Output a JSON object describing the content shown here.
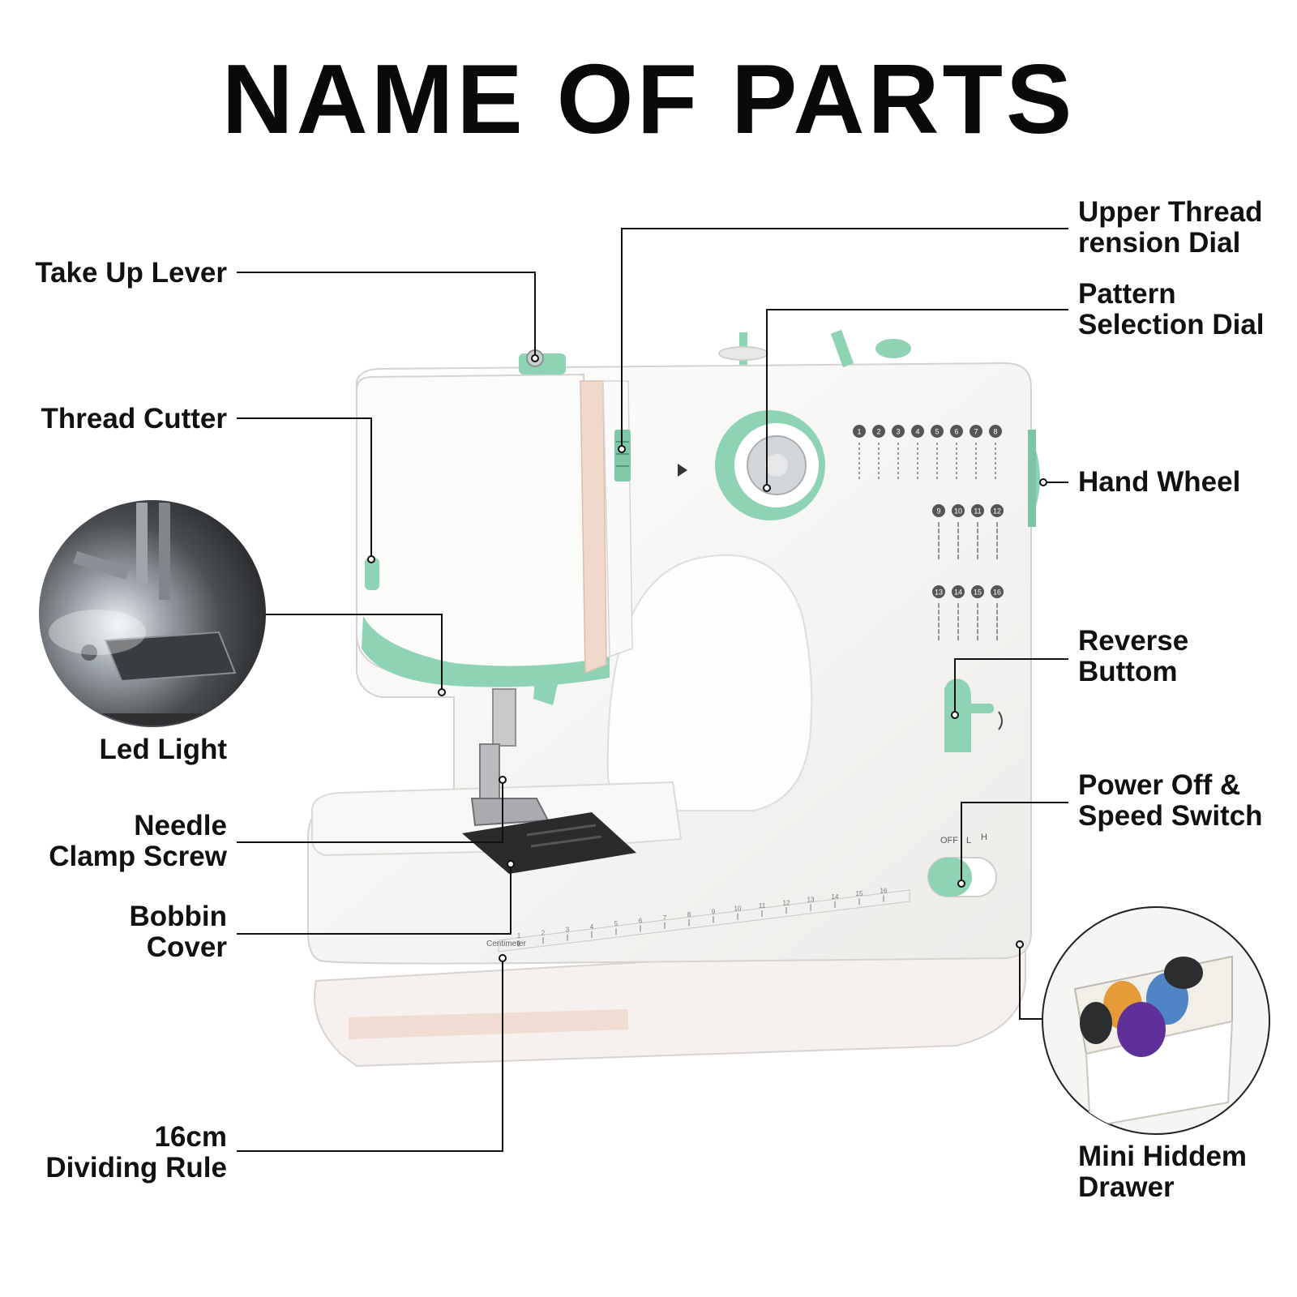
{
  "title": "NAME OF PARTS",
  "labels": {
    "take_up_lever": [
      "Take Up Lever"
    ],
    "thread_cutter": [
      "Thread Cutter"
    ],
    "led_light": [
      "Led Light"
    ],
    "needle_clamp_screw": [
      "Needle",
      "Clamp Screw"
    ],
    "bobbin_cover": [
      "Bobbin ",
      "Cover"
    ],
    "dividing_rule": [
      "16cm",
      "Dividing Rule"
    ],
    "upper_thread_tension_dial": [
      "Upper Thread",
      "rension Dial"
    ],
    "pattern_selection_dial": [
      "Pattern",
      "Selection Dial"
    ],
    "hand_wheel": [
      "Hand Wheel"
    ],
    "reverse_button": [
      "Reverse",
      "Buttom"
    ],
    "power_speed_switch": [
      "Power Off &",
      "Speed Switch"
    ],
    "mini_drawer": [
      "Mini Hiddem",
      "Drawer"
    ]
  },
  "panel": {
    "switch_labels": [
      "OFF",
      "L",
      "H"
    ],
    "stitch_numbers": [
      "1",
      "2",
      "3",
      "4",
      "5",
      "6",
      "7",
      "8",
      "9",
      "10",
      "11",
      "12",
      "13",
      "14",
      "15",
      "16"
    ],
    "ruler_caption": "Centimeter",
    "ruler_marks": [
      "1",
      "2",
      "3",
      "4",
      "5",
      "6",
      "7",
      "8",
      "9",
      "10",
      "11",
      "12",
      "13",
      "14",
      "15",
      "16"
    ]
  },
  "colors": {
    "accent_green": "#8fd3b5",
    "machine_white": "#f7f7f5",
    "leader_line": "#111111"
  }
}
